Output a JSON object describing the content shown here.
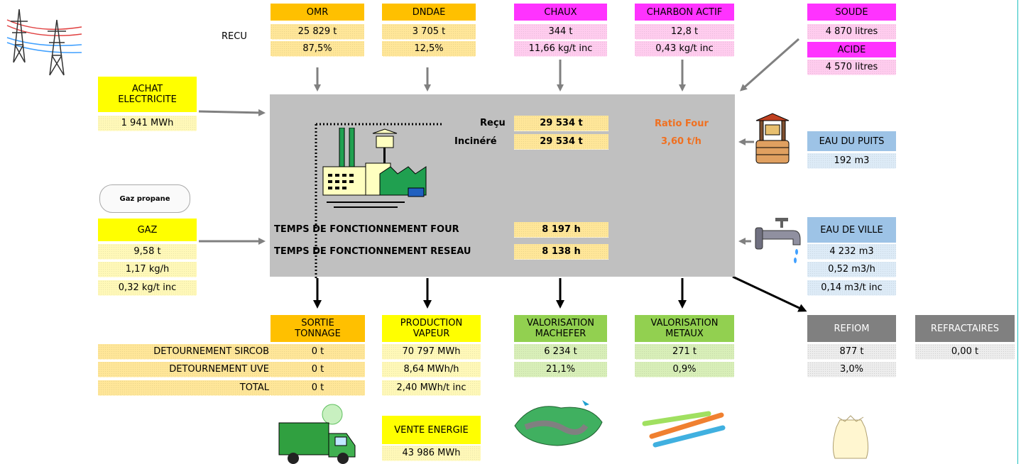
{
  "recu_label": "RECU",
  "inputs": {
    "omr": {
      "title": "OMR",
      "tonnage": "25 829 t",
      "pct": "87,5%"
    },
    "dndae": {
      "title": "DNDAE",
      "tonnage": "3 705 t",
      "pct": "12,5%"
    },
    "chaux": {
      "title": "CHAUX",
      "qty": "344 t",
      "ratio": "11,66 kg/t inc"
    },
    "charbon": {
      "title": "CHARBON ACTIF",
      "qty": "12,8 t",
      "ratio": "0,43 kg/t inc"
    },
    "soude": {
      "title": "SOUDE",
      "qty": "4 870 litres"
    },
    "acide": {
      "title": "ACIDE",
      "qty": "4 570 litres"
    }
  },
  "achat": {
    "title_1": "ACHAT",
    "title_2": "ELECTRICITE",
    "value": "1 941 MWh"
  },
  "gaz": {
    "icon_label": "Gaz propane",
    "title": "GAZ",
    "v1": "9,58 t",
    "v2": "1,17 kg/h",
    "v3": "0,32 kg/t inc"
  },
  "center": {
    "recu_label": "Reçu",
    "recu_value": "29 534 t",
    "incinere_label": "Inciné ré",
    "incinere_label_text": "Incinéré",
    "incinere_value": "29 534 t",
    "ratio_label": "Ratio Four",
    "ratio_value": "3,60 t/h",
    "four_label": "TEMPS DE FONCTIONNEMENT FOUR",
    "four_value": "8 197 h",
    "reseau_label": "TEMPS DE FONCTIONNEMENT RESEAU",
    "reseau_value": "8 138 h"
  },
  "puits": {
    "title": "EAU DU PUITS",
    "value": "192 m3"
  },
  "ville": {
    "title": "EAU DE VILLE",
    "v1": "4 232 m3",
    "v2": "0,52 m3/h",
    "v3": "0,14 m3/t inc"
  },
  "sortie": {
    "title_1": "SORTIE",
    "title_2": "TONNAGE",
    "rows": [
      {
        "label": "DETOURNEMENT SIRCOB",
        "value": "0 t"
      },
      {
        "label": "DETOURNEMENT UVE",
        "value": "0 t"
      },
      {
        "label": "TOTAL",
        "value": "0 t"
      }
    ]
  },
  "vapeur": {
    "title_1": "PRODUCTION",
    "title_2": "VAPEUR",
    "v1": "70 797 MWh",
    "v2": "8,64 MWh/h",
    "v3": "2,40 MWh/t inc"
  },
  "vente": {
    "title": "VENTE ENERGIE",
    "value": "43 986 MWh"
  },
  "machefer": {
    "title_1": "VALORISATION",
    "title_2": "MACHEFER",
    "v1": "6 234 t",
    "v2": "21,1%"
  },
  "metaux": {
    "title_1": "VALORISATION",
    "title_2": "METAUX",
    "v1": "271 t",
    "v2": "0,9%"
  },
  "refiom": {
    "title": "REFIOM",
    "v1": "877 t",
    "v2": "3,0%"
  },
  "refractaires": {
    "title": "REFRACTAIRES",
    "v1": "0,00 t"
  },
  "colors": {
    "accent_orange": "#f07020",
    "panel_grey": "#c0c0c0",
    "arrow_grey": "#808080"
  },
  "icons": [
    "power-pylon-icon",
    "gas-tank-icon",
    "factory-icon",
    "well-icon",
    "faucet-icon",
    "garbage-truck-icon",
    "slag-icon",
    "metal-tubes-icon",
    "bag-icon"
  ]
}
